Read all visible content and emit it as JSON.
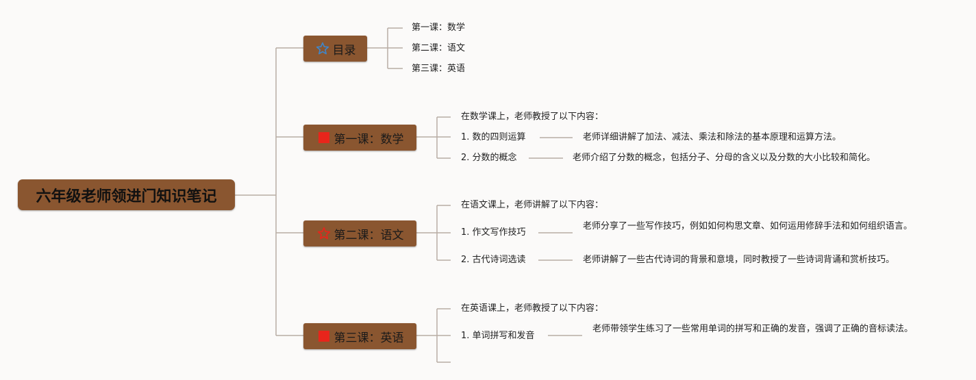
{
  "root": {
    "label": "六年级老师领进门知识笔记"
  },
  "catalog": {
    "label": "目录",
    "icon": "star-outline-icon",
    "items": [
      "第一课：数学",
      "第二课：语文",
      "第三课：英语"
    ]
  },
  "lessons": [
    {
      "label": "第一课：数学",
      "icon": "red-square-icon",
      "intro": "在数学课上，老师教授了以下内容：",
      "topics": [
        {
          "title": "1. 数的四则运算",
          "detail": "老师详细讲解了加法、减法、乘法和除法的基本原理和运算方法。"
        },
        {
          "title": "2. 分数的概念",
          "detail": "老师介绍了分数的概念，包括分子、分母的含义以及分数的大小比较和简化。"
        }
      ]
    },
    {
      "label": "第二课：语文",
      "icon": "red-star-outline-icon",
      "intro": "在语文课上，老师讲解了以下内容：",
      "topics": [
        {
          "title": "1. 作文写作技巧",
          "detail": "老师分享了一些写作技巧，例如如何构思文章、如何运用修辞手法和如何组织语言。"
        },
        {
          "title": "2. 古代诗词选读",
          "detail": "老师讲解了一些古代诗词的背景和意境，同时教授了一些诗词背诵和赏析技巧。"
        }
      ]
    },
    {
      "label": "第三课：英语",
      "icon": "red-square-icon",
      "intro": "在英语课上，老师教授了以下内容：",
      "topics": [
        {
          "title": "1. 单词拼写和发音",
          "detail": "老师带领学生练习了一些常用单词的拼写和正确的发音，强调了正确的音标读法。"
        }
      ]
    }
  ],
  "colors": {
    "node_fill": "#8a5630",
    "line": "#b8aca4",
    "background": "#fbfaf9",
    "accent_red": "#e8251b",
    "star_blue": "#3f86c9"
  }
}
